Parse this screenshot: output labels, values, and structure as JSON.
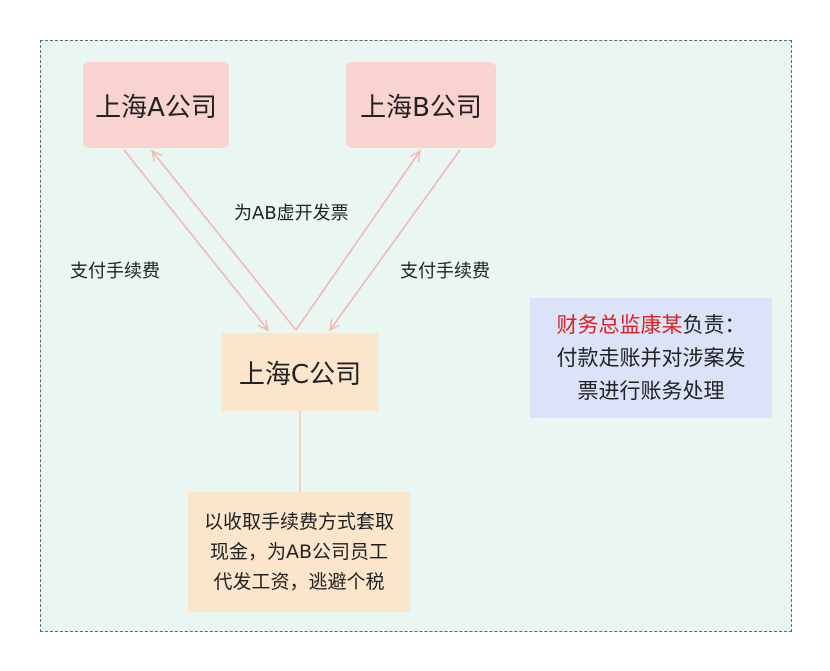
{
  "nodes": {
    "company_a": "上海A公司",
    "company_b": "上海B公司",
    "company_c": "上海C公司"
  },
  "edge_labels": {
    "invoice": "为AB虚开发票",
    "fee_left": "支付手续费",
    "fee_right": "支付手续费"
  },
  "note": {
    "lines": [
      "以收取手续费方式套取",
      "现金，为AB公司员工",
      "代发工资，逃避个税"
    ]
  },
  "responsibility": {
    "person": "财务总监康某",
    "suffix": "负责：",
    "lines": [
      "付款走账并对涉案发",
      "票进行账务处理"
    ]
  },
  "colors": {
    "frame_fill": "#e9f6f2",
    "frame_border": "#5a6a73",
    "company_ab_fill": "#f8d3cf",
    "company_c_fill": "#fbe6cc",
    "responsibility_fill": "#dae3f7",
    "arrow": "#f4b6b0",
    "highlight_text": "#e02020"
  }
}
